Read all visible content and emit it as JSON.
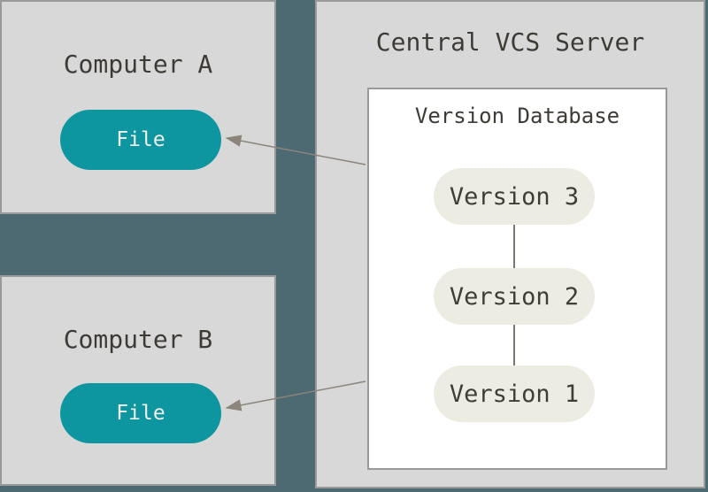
{
  "panels": {
    "computer_a": {
      "title": "Computer A",
      "file_label": "File"
    },
    "computer_b": {
      "title": "Computer B",
      "file_label": "File"
    },
    "server": {
      "title": "Central VCS Server",
      "version_database": {
        "title": "Version Database",
        "versions": [
          "Version 3",
          "Version 2",
          "Version 1"
        ]
      }
    }
  },
  "colors": {
    "background": "#4d6972",
    "panel_fill": "#d8d8d8",
    "panel_border": "#9a9a9a",
    "database_fill": "#ffffff",
    "file_pill_fill": "#0e96a0",
    "file_pill_text": "#f0efe9",
    "version_pill_fill": "#edece2",
    "title_text": "#3e3b36",
    "arrow": "#8b857c"
  }
}
